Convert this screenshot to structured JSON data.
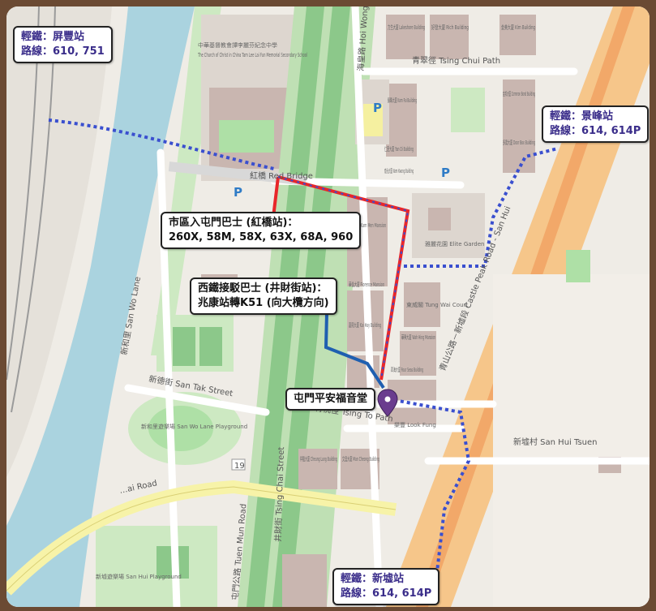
{
  "callouts": {
    "lrt_ping_fung": {
      "line1": "輕鐵：屏豐站",
      "line2": "路線：610, 751"
    },
    "lrt_king_fung": {
      "line1": "輕鐵：景峰站",
      "line2": "路線：614, 614P"
    },
    "lrt_san_hui": {
      "line1": "輕鐵：新墟站",
      "line2": "路線：614, 614P"
    },
    "red_bridge_bus": {
      "line1": "市區入屯門巴士 (紅橋站)：",
      "line2": "260X, 58M, 58X, 63X, 68A, 960"
    },
    "feeder_bus": {
      "line1": "西鐵接駁巴士 (井財街站)：",
      "line2": "兆康站轉K51 (向大欖方向)"
    },
    "church": {
      "line1": "屯門平安福音堂"
    }
  },
  "map_labels": {
    "red_bridge": "紅橋 Red Bridge",
    "tsing_chui_path": "青翠徑 Tsing Chui Path",
    "san_wo_lane": "新和里 San Wo Lane",
    "san_tak_street": "新德街 San Tak Street",
    "tsing_to_path": "青桃徑 Tsing To Path",
    "tsing_chai_street": "井財街 Tsing Chai Street",
    "castle_peak_road": "青山公路－新墟段 Castle Peak Road - San Hui",
    "san_hui_tsuen": "新墟村 San Hui Tsuen",
    "san_wo_playground": "新和里遊樂場 San Wo Lane Playground",
    "san_hui_playground": "新墟遊樂場 San Hui Playground",
    "elite_garden": "雅麗花園 Elite Garden",
    "tung_wai_court": "東威閣 Tung Wai Court",
    "church_school": "The Church of Christ in China Tam Lee Lai Fun Memorial Secondary School",
    "school_cn": "中華基督教會譚李麗芬紀念中學",
    "kam_fai": "錦暉大廈 Kam Fai Building",
    "lakeshore": "力生大廈 Lakeshore Building",
    "rich": "好發大廈 Rich Building",
    "kim": "金美大廈 Kim Building",
    "common_bond": "金邦大廈 Common Bond Building",
    "door_box": "多寶大廈 Door Box Building",
    "yan_oi": "仁愛大廈 Yan Oi Building",
    "nam_kwong": "南光大廈 Nam Kwong Building",
    "kam_men": "金門大廈 Kam Men Mansion",
    "florence": "華倫大廈 Florence Mansion",
    "kai_hay": "嘉熙大廈 Kai Hay Building",
    "wah_hing": "華興大廈 Wah Hing Mansion",
    "four_seas": "四海大廈 Four Seas Building",
    "cheung_lung": "祥隆大廈 Cheung Lung Building",
    "man_cheong": "文昌大廈 Man Cheong Building",
    "luk_fung": "樂豐 Look Fung",
    "tuen_mun_road": "屯門公路 Tuen Mun Road",
    "hoi_wong_road": "海皇路 Hoi Wong Road",
    "pu_road": "…ai Road",
    "route_19": "19",
    "parking": "P"
  },
  "colors": {
    "route_red": "#e8262a",
    "route_blue": "#1f5fb0",
    "lrt_dotted": "#3a4fcf",
    "pin": "#6a3c8e"
  }
}
